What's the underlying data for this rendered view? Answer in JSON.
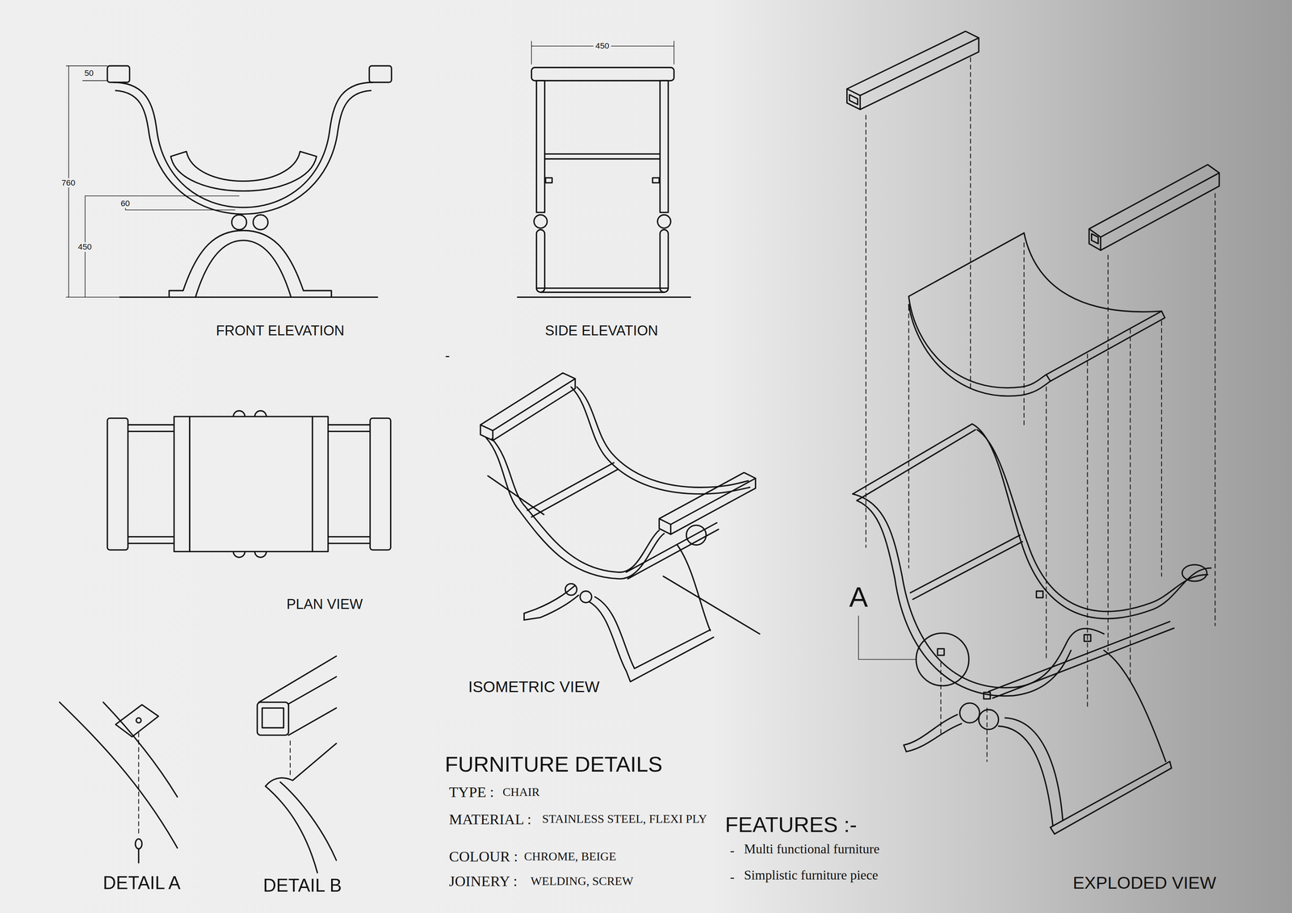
{
  "diagram": {
    "labels": [
      "50",
      "760",
      "60",
      "450",
      "FRONT ELEVATION",
      "450",
      "SIDE ELEVATION",
      "-",
      "PLAN VIEW",
      "ISOMETRIC VIEW",
      "DETAIL A",
      "DETAIL B",
      "FURNITURE DETAILS",
      "TYPE :",
      "CHAIR",
      "MATERIAL :",
      "STAINLESS STEEL, FLEXI PLY",
      "COLOUR :",
      "CHROME, BEIGE",
      "JOINERY :",
      "WELDING, SCREW",
      "FEATURES :-",
      "-",
      "Multi functional furniture",
      "-",
      "Simplistic furniture piece",
      "A",
      "EXPLODED VIEW"
    ]
  }
}
